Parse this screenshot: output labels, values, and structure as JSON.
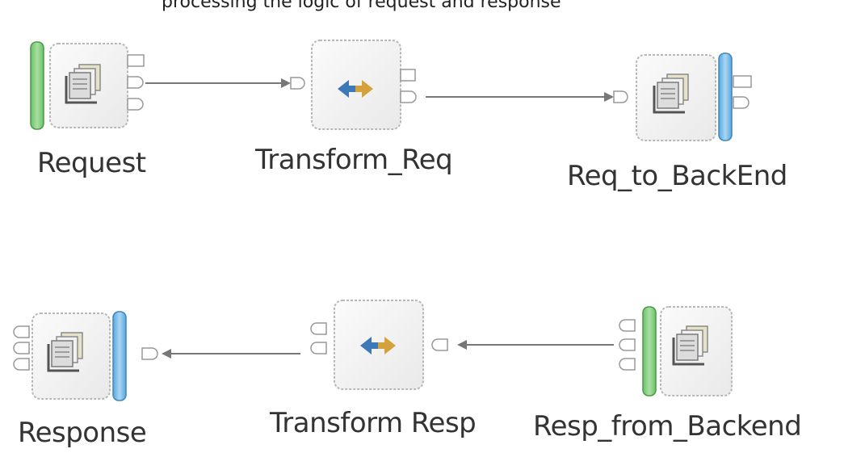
{
  "caption": "processing the logic of request and response",
  "nodes": [
    {
      "id": "request",
      "label": "Request"
    },
    {
      "id": "transform_req",
      "label": "Transform_Req"
    },
    {
      "id": "req_to_backend",
      "label": "Req_to_BackEnd"
    },
    {
      "id": "response",
      "label": "Response"
    },
    {
      "id": "transform_resp",
      "label": "Transform Resp"
    },
    {
      "id": "resp_from_backend",
      "label": "Resp_from_Backend"
    }
  ],
  "colors": {
    "input_bar": "#8fd08a",
    "output_bar": "#8ec4ec",
    "transform_arrow_left": "#3f78b8",
    "transform_arrow_right": "#d4a13c",
    "connector": "#777777"
  },
  "icons": {
    "message": "message-stack-icon",
    "transform": "bidirectional-arrow-icon"
  }
}
